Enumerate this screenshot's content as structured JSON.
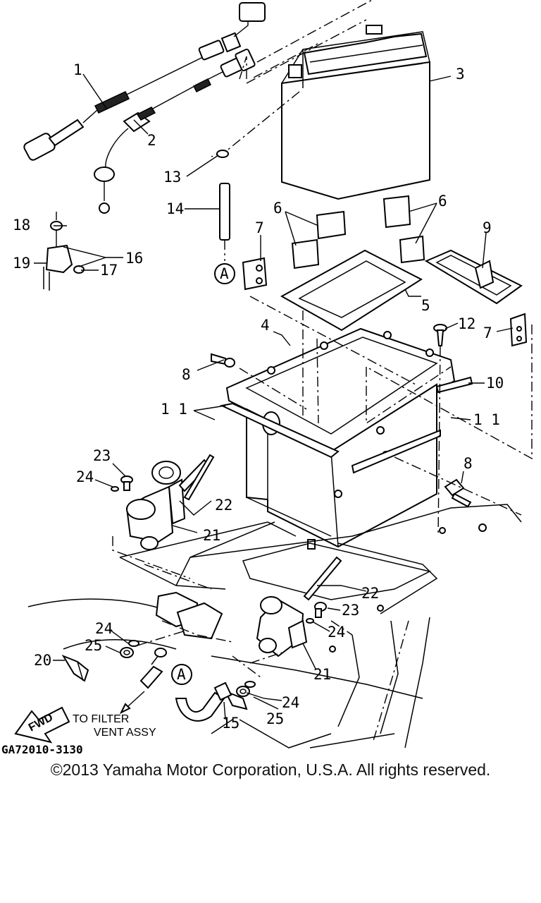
{
  "diagram": {
    "callouts": {
      "c1": "1",
      "c2": "2",
      "c3": "3",
      "c4": "4",
      "c5": "5",
      "c6a": "6",
      "c6b": "6",
      "c7a": "7",
      "c7b": "7",
      "c8a": "8",
      "c8b": "8",
      "c9": "9",
      "c10": "10",
      "c11a": "1 1",
      "c11b": "1 1",
      "c12": "12",
      "c13": "13",
      "c14": "14",
      "c15": "15",
      "c16": "16",
      "c17": "17",
      "c18": "18",
      "c19": "19",
      "c20": "20",
      "c21a": "21",
      "c21b": "21",
      "c22a": "22",
      "c22b": "22",
      "c23a": "23",
      "c23b": "23",
      "c24a": "24",
      "c24b": "24",
      "c24c": "24",
      "c24d": "24",
      "c25a": "25",
      "c25b": "25"
    },
    "markers": {
      "a1": "A",
      "a2": "A"
    },
    "fwd_label": "FWD",
    "note_line1": "TO FILTER",
    "note_line2": "VENT ASSY",
    "drawing_code": "GA72010-3130"
  },
  "footer": {
    "copyright": "©2013 Yamaha Motor Corporation, U.S.A. All rights reserved."
  }
}
